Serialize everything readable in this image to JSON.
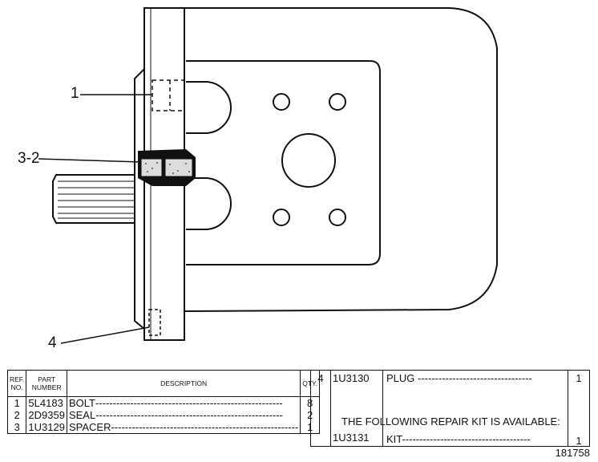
{
  "callouts": {
    "c1": "1",
    "c32": "3-2",
    "c4": "4"
  },
  "parts_table": {
    "headers": {
      "ref": "REF. NO.",
      "part": "PART NUMBER",
      "desc": "DESCRIPTION",
      "qty": "QTY."
    },
    "rows": [
      {
        "ref": "1",
        "part": "5L4183",
        "desc": "BOLT",
        "qty": "8"
      },
      {
        "ref": "2",
        "part": "2D9359",
        "desc": "SEAL",
        "qty": "2"
      },
      {
        "ref": "3",
        "part": "1U3129",
        "desc": "SPACER",
        "qty": "1"
      }
    ]
  },
  "kit_table": {
    "row": {
      "ref": "4",
      "part": "1U3130",
      "desc": "PLUG",
      "qty": "1"
    },
    "note": "THE FOLLOWING REPAIR KIT IS AVAILABLE:",
    "kit": {
      "part": "1U3131",
      "desc": "KIT",
      "qty": "1"
    }
  },
  "figure_number": "181758"
}
